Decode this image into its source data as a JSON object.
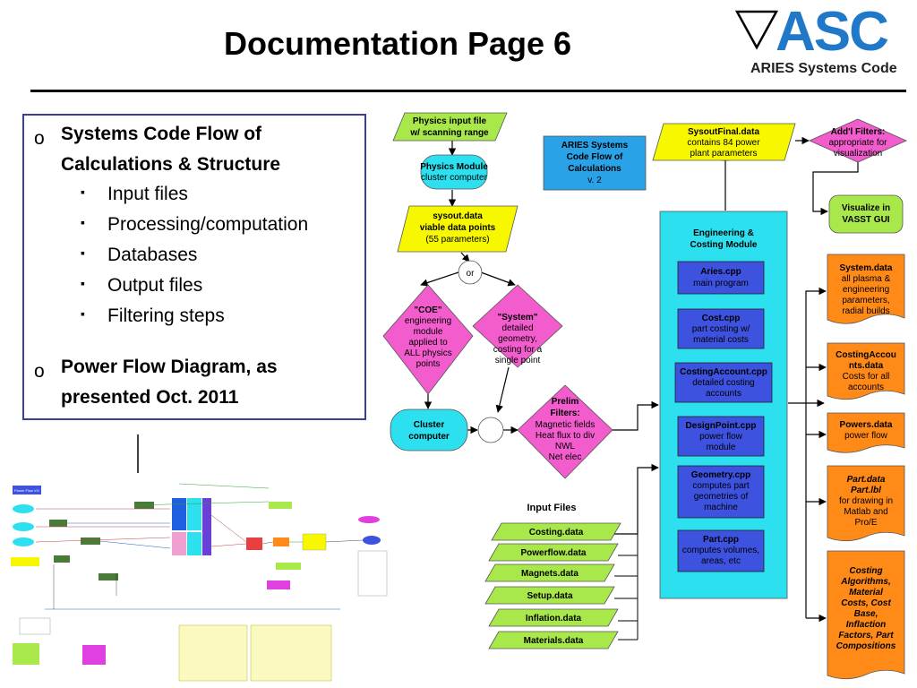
{
  "title": "Documentation Page 6",
  "logo": {
    "name": "ASC",
    "subtitle": "ARIES Systems Code"
  },
  "outline": {
    "item1_line1": "Systems Code Flow of",
    "item1_line2": "Calculations & Structure",
    "subitems": [
      "Input files",
      "Processing/computation",
      "Databases",
      "Output files",
      "Filtering steps"
    ],
    "item2_line1": "Power Flow Diagram, as",
    "item2_line2": "presented Oct. 2011",
    "bullet": "o",
    "subbullet": "▪"
  },
  "flow": {
    "physics_input": [
      "Physics input file",
      "w/ scanning range"
    ],
    "physics_module": [
      "Physics Module",
      "cluster computer"
    ],
    "aries_title": [
      "ARIES Systems",
      "Code Flow of",
      "Calculations",
      "v. 2"
    ],
    "sysout": [
      "sysout.data",
      "viable data points",
      "(55 parameters)"
    ],
    "or": "or",
    "coe": [
      "\"COE\"",
      "engineering",
      "module",
      "applied to",
      "ALL physics",
      "points"
    ],
    "system": [
      "\"System\"",
      "detailed",
      "geometry,",
      "costing for a",
      "single point"
    ],
    "cluster": [
      "Cluster",
      "computer"
    ],
    "prelim": [
      "Prelim",
      "Filters:",
      "Magnetic fields",
      "Heat flux to div",
      "NWL",
      "Net elec"
    ],
    "sysoutfinal": [
      "SysoutFinal.data",
      "contains 84 power",
      "plant parameters"
    ],
    "addl": [
      "Add'l Filters:",
      "appropriate for",
      "visualization"
    ],
    "vasst": [
      "Visualize in",
      "VASST GUI"
    ],
    "eng_title": [
      "Engineering &",
      "Costing Module"
    ],
    "modules": [
      [
        "Aries.cpp",
        "main program"
      ],
      [
        "Cost.cpp",
        "part costing w/",
        "material costs"
      ],
      [
        "CostingAccount.cpp",
        "detailed costing",
        "accounts"
      ],
      [
        "DesignPoint.cpp",
        "power flow",
        "module"
      ],
      [
        "Geometry.cpp",
        "computes part",
        "geometries of",
        "machine"
      ],
      [
        "Part.cpp",
        "computes volumes,",
        "areas, etc"
      ]
    ],
    "input_files_label": "Input Files",
    "input_files": [
      "Costing.data",
      "Powerflow.data",
      "Magnets.data",
      "Setup.data",
      "Inflation.data",
      "Materials.data"
    ],
    "outputs": [
      [
        "System.data",
        "all plasma &",
        "engineering",
        "parameters,",
        "radial builds"
      ],
      [
        "CostingAccou",
        "nts.data",
        "Costs for all",
        "accounts"
      ],
      [
        "Powers.data",
        "power flow"
      ],
      [
        "Part.data",
        "Part.lbl",
        "for drawing in",
        "Matlab and",
        "Pro/E"
      ],
      [
        "Costing",
        "Algorithms,",
        "Material",
        "Costs, Cost",
        "Base,",
        "Inflaction",
        "Factors, Part",
        "Compositions"
      ]
    ]
  },
  "thumbnail": {
    "label": "Power Flow V.5"
  },
  "colors": {
    "yellow": "#f7f700",
    "green": "#a8e84a",
    "cyan": "#2de0f0",
    "magenta": "#f25ccd",
    "blue": "#3e52e0",
    "orange": "#ff8a18",
    "navy": "#3a3f9e"
  }
}
